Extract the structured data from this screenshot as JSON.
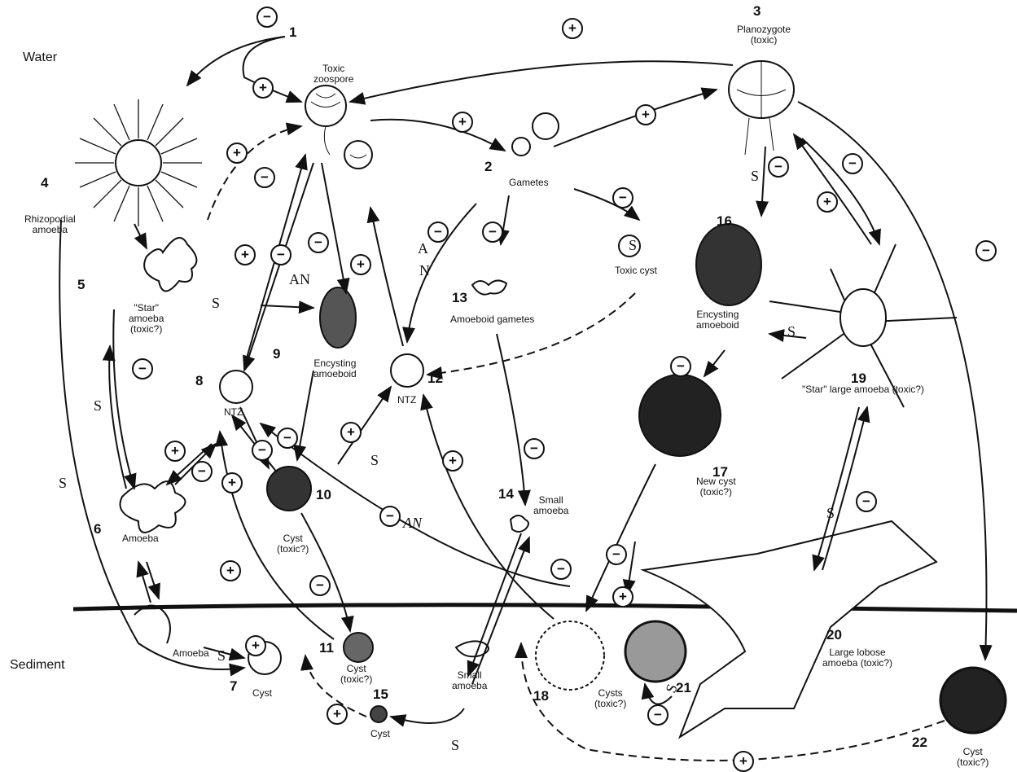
{
  "regions": {
    "water": "Water",
    "sediment": "Sediment"
  },
  "stages": [
    {
      "number": "1",
      "label": "Toxic\nzoospore"
    },
    {
      "number": "2",
      "label": "Gametes"
    },
    {
      "number": "3",
      "label": "Planozygote\n(toxic)"
    },
    {
      "number": "4",
      "label": "Rhizopodial\namoeba"
    },
    {
      "number": "5",
      "label": "\"Star\"\namoeba\n(toxic?)"
    },
    {
      "number": "6",
      "label": "Amoeba"
    },
    {
      "number": "7",
      "label": "Cyst"
    },
    {
      "number": "8",
      "label": "NTZ"
    },
    {
      "number": "9",
      "label": "Encysting\namoeboid"
    },
    {
      "number": "10",
      "label": "Cyst\n(toxic?)"
    },
    {
      "number": "11",
      "label": "Cyst\n(toxic?)"
    },
    {
      "number": "12",
      "label": "NTZ"
    },
    {
      "number": "13",
      "label": "Amoeboid gametes"
    },
    {
      "number": "14",
      "label": "Small\namoeba"
    },
    {
      "number": "15",
      "label": "Cyst"
    },
    {
      "number": "16",
      "label": "Encysting\namoeboid"
    },
    {
      "number": "17",
      "label": "New cyst\n(toxic?)"
    },
    {
      "number": "18",
      "label": "Cysts\n(toxic?)"
    },
    {
      "number": "19",
      "label": "\"Star\" large amoeba (toxic?)"
    },
    {
      "number": "20",
      "label": "Large lobose\namoeba (toxic?)"
    },
    {
      "number": "21",
      "label": ""
    },
    {
      "number": "22",
      "label": "Cyst\n(toxic?)"
    }
  ],
  "extra_labels": {
    "toxic_cyst": "Toxic cyst",
    "sediment_amoeba": "Amoeba",
    "sediment_small_amoeba": "Small\namoeba"
  },
  "symbols": {
    "plus": "+",
    "minus": "−",
    "s": "S",
    "an": "AN",
    "a": "A",
    "n": "N"
  }
}
